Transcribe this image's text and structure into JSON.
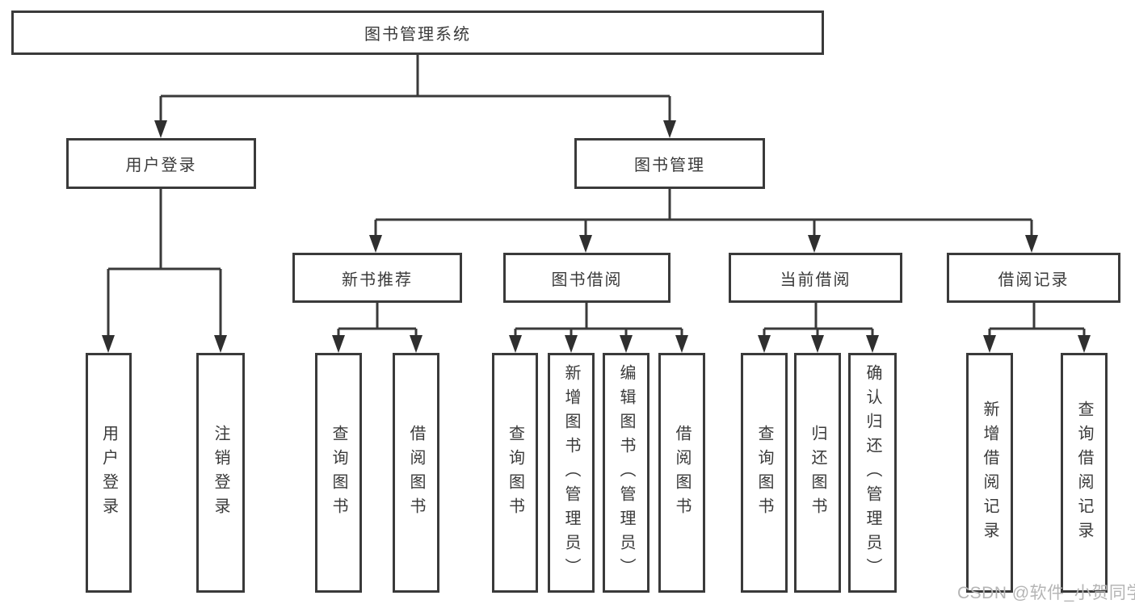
{
  "diagram": {
    "type": "function-tree",
    "colors": {
      "line": "#3a3a3a",
      "arrow": "#2f2f2f",
      "box_border": "#3a3a3a",
      "text": "#3a3a3a",
      "watermark": "#b5b5b5",
      "background": "#ffffff"
    },
    "tree": {
      "root": {
        "label": "图书管理系统",
        "children": [
          {
            "label": "用户登录",
            "children": [
              {
                "label": "用户登录"
              },
              {
                "label": "注销登录"
              }
            ]
          },
          {
            "label": "图书管理",
            "children": [
              {
                "label": "新书推荐",
                "children": [
                  {
                    "label": "查询图书"
                  },
                  {
                    "label": "借阅图书"
                  }
                ]
              },
              {
                "label": "图书借阅",
                "children": [
                  {
                    "label": "查询图书"
                  },
                  {
                    "label": "新增图书（管理员）"
                  },
                  {
                    "label": "编辑图书（管理员）"
                  },
                  {
                    "label": "借阅图书"
                  }
                ]
              },
              {
                "label": "当前借阅",
                "children": [
                  {
                    "label": "查询图书"
                  },
                  {
                    "label": "归还图书"
                  },
                  {
                    "label": "确认归还（管理员）"
                  }
                ]
              },
              {
                "label": "借阅记录",
                "children": [
                  {
                    "label": "新增借阅记录"
                  },
                  {
                    "label": "查询借阅记录"
                  }
                ]
              }
            ]
          }
        ]
      }
    },
    "watermark": "CSDN @软件_小贺同学"
  }
}
